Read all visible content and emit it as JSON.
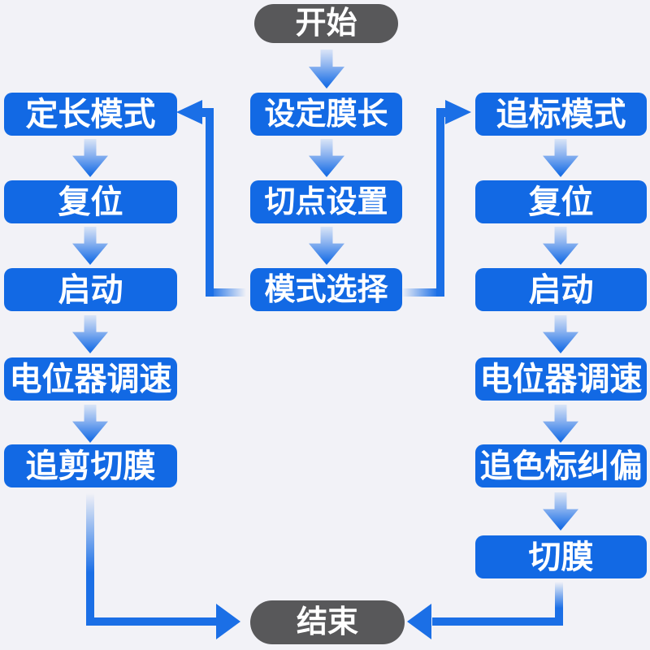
{
  "flow": {
    "start": "开始",
    "end": "结束",
    "center": [
      "设定膜长",
      "切点设置",
      "模式选择"
    ],
    "left": [
      "定长模式",
      "复位",
      "启动",
      "电位器调速",
      "追剪切膜"
    ],
    "right": [
      "追标模式",
      "复位",
      "启动",
      "电位器调速",
      "追色标纠偏",
      "切膜"
    ]
  },
  "colors": {
    "background": "#f2f2f7",
    "node_blue": "#1269e4",
    "line_blue": "#1b6fe6",
    "terminal_gray": "#58585a",
    "text": "#ffffff"
  }
}
